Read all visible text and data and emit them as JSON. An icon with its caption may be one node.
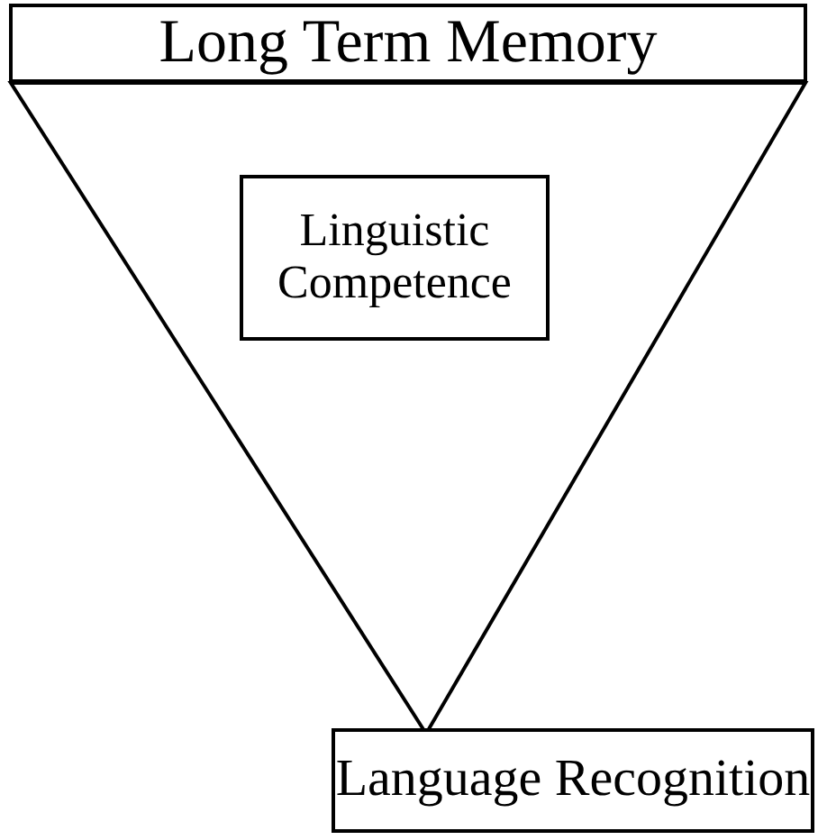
{
  "diagram": {
    "nodes": [
      {
        "text": [
          "Long Term Memory"
        ]
      },
      {
        "text": [],
        "shape": "triangle"
      },
      {
        "text": [
          "Linguistic Competence"
        ],
        "in": 1
      },
      {
        "text": [
          "Language Recognition"
        ]
      }
    ]
  }
}
